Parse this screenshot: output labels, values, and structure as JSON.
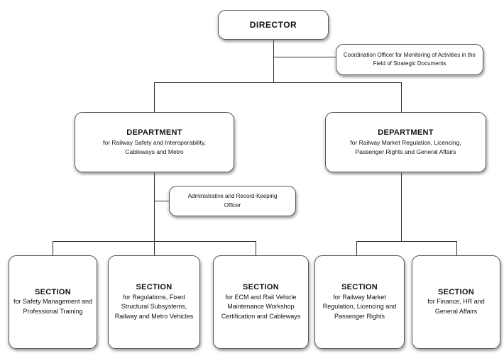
{
  "org_chart": {
    "director": {
      "title": "DIRECTOR"
    },
    "coordination_officer": {
      "label": "Coordination Officer for Monitoring of Activities in the Field of Strategic Documents"
    },
    "admin_officer": {
      "label": "Administrative and Record-Keeping Officer"
    },
    "departments": [
      {
        "title": "DEPARTMENT",
        "subtitle": "for Railway Safety and Interoperability, Cableways and Metro"
      },
      {
        "title": "DEPARTMENT",
        "subtitle": "for Railway Market Regulation, Licencing, Passenger Rights and General Affairs"
      }
    ],
    "sections": [
      {
        "title": "SECTION",
        "subtitle": "for Safety Management and Professional Training"
      },
      {
        "title": "SECTION",
        "subtitle": "for Regulations, Fixed Structural Subsystems, Railway and Metro Vehicles"
      },
      {
        "title": "SECTION",
        "subtitle": "for ECM and Rail Vehicle Maintenance Workshop Certification and Cableways"
      },
      {
        "title": "SECTION",
        "subtitle": "for Railway Market Regulation, Licencing and Passenger Rights"
      },
      {
        "title": "SECTION",
        "subtitle": "for Finance, HR and General Affairs"
      }
    ]
  },
  "colors": {
    "box_fill": "#ffffff",
    "box_border": "#555555",
    "connector_line": "#2e2e2e",
    "text": "#111111",
    "background": "#ffffff"
  }
}
